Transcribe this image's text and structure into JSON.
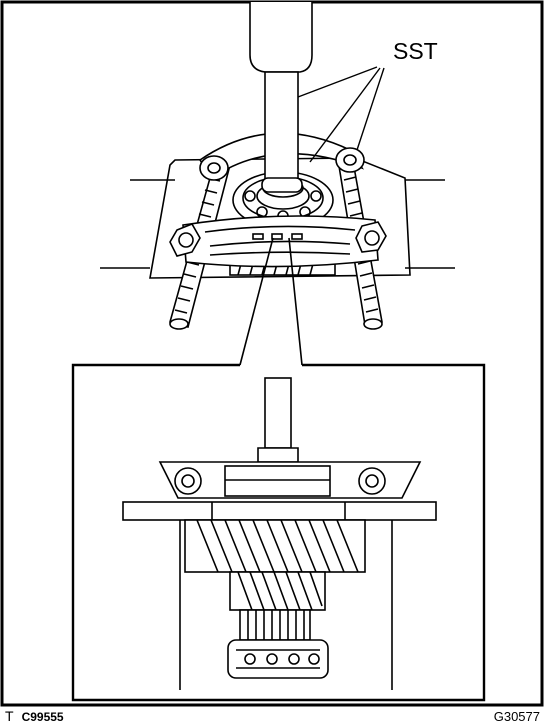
{
  "callout_label": "SST",
  "footer": {
    "prefix": "T",
    "left_code": "C99555",
    "right_code": "G30577"
  },
  "colors": {
    "ink": "#000000",
    "paper": "#ffffff"
  }
}
